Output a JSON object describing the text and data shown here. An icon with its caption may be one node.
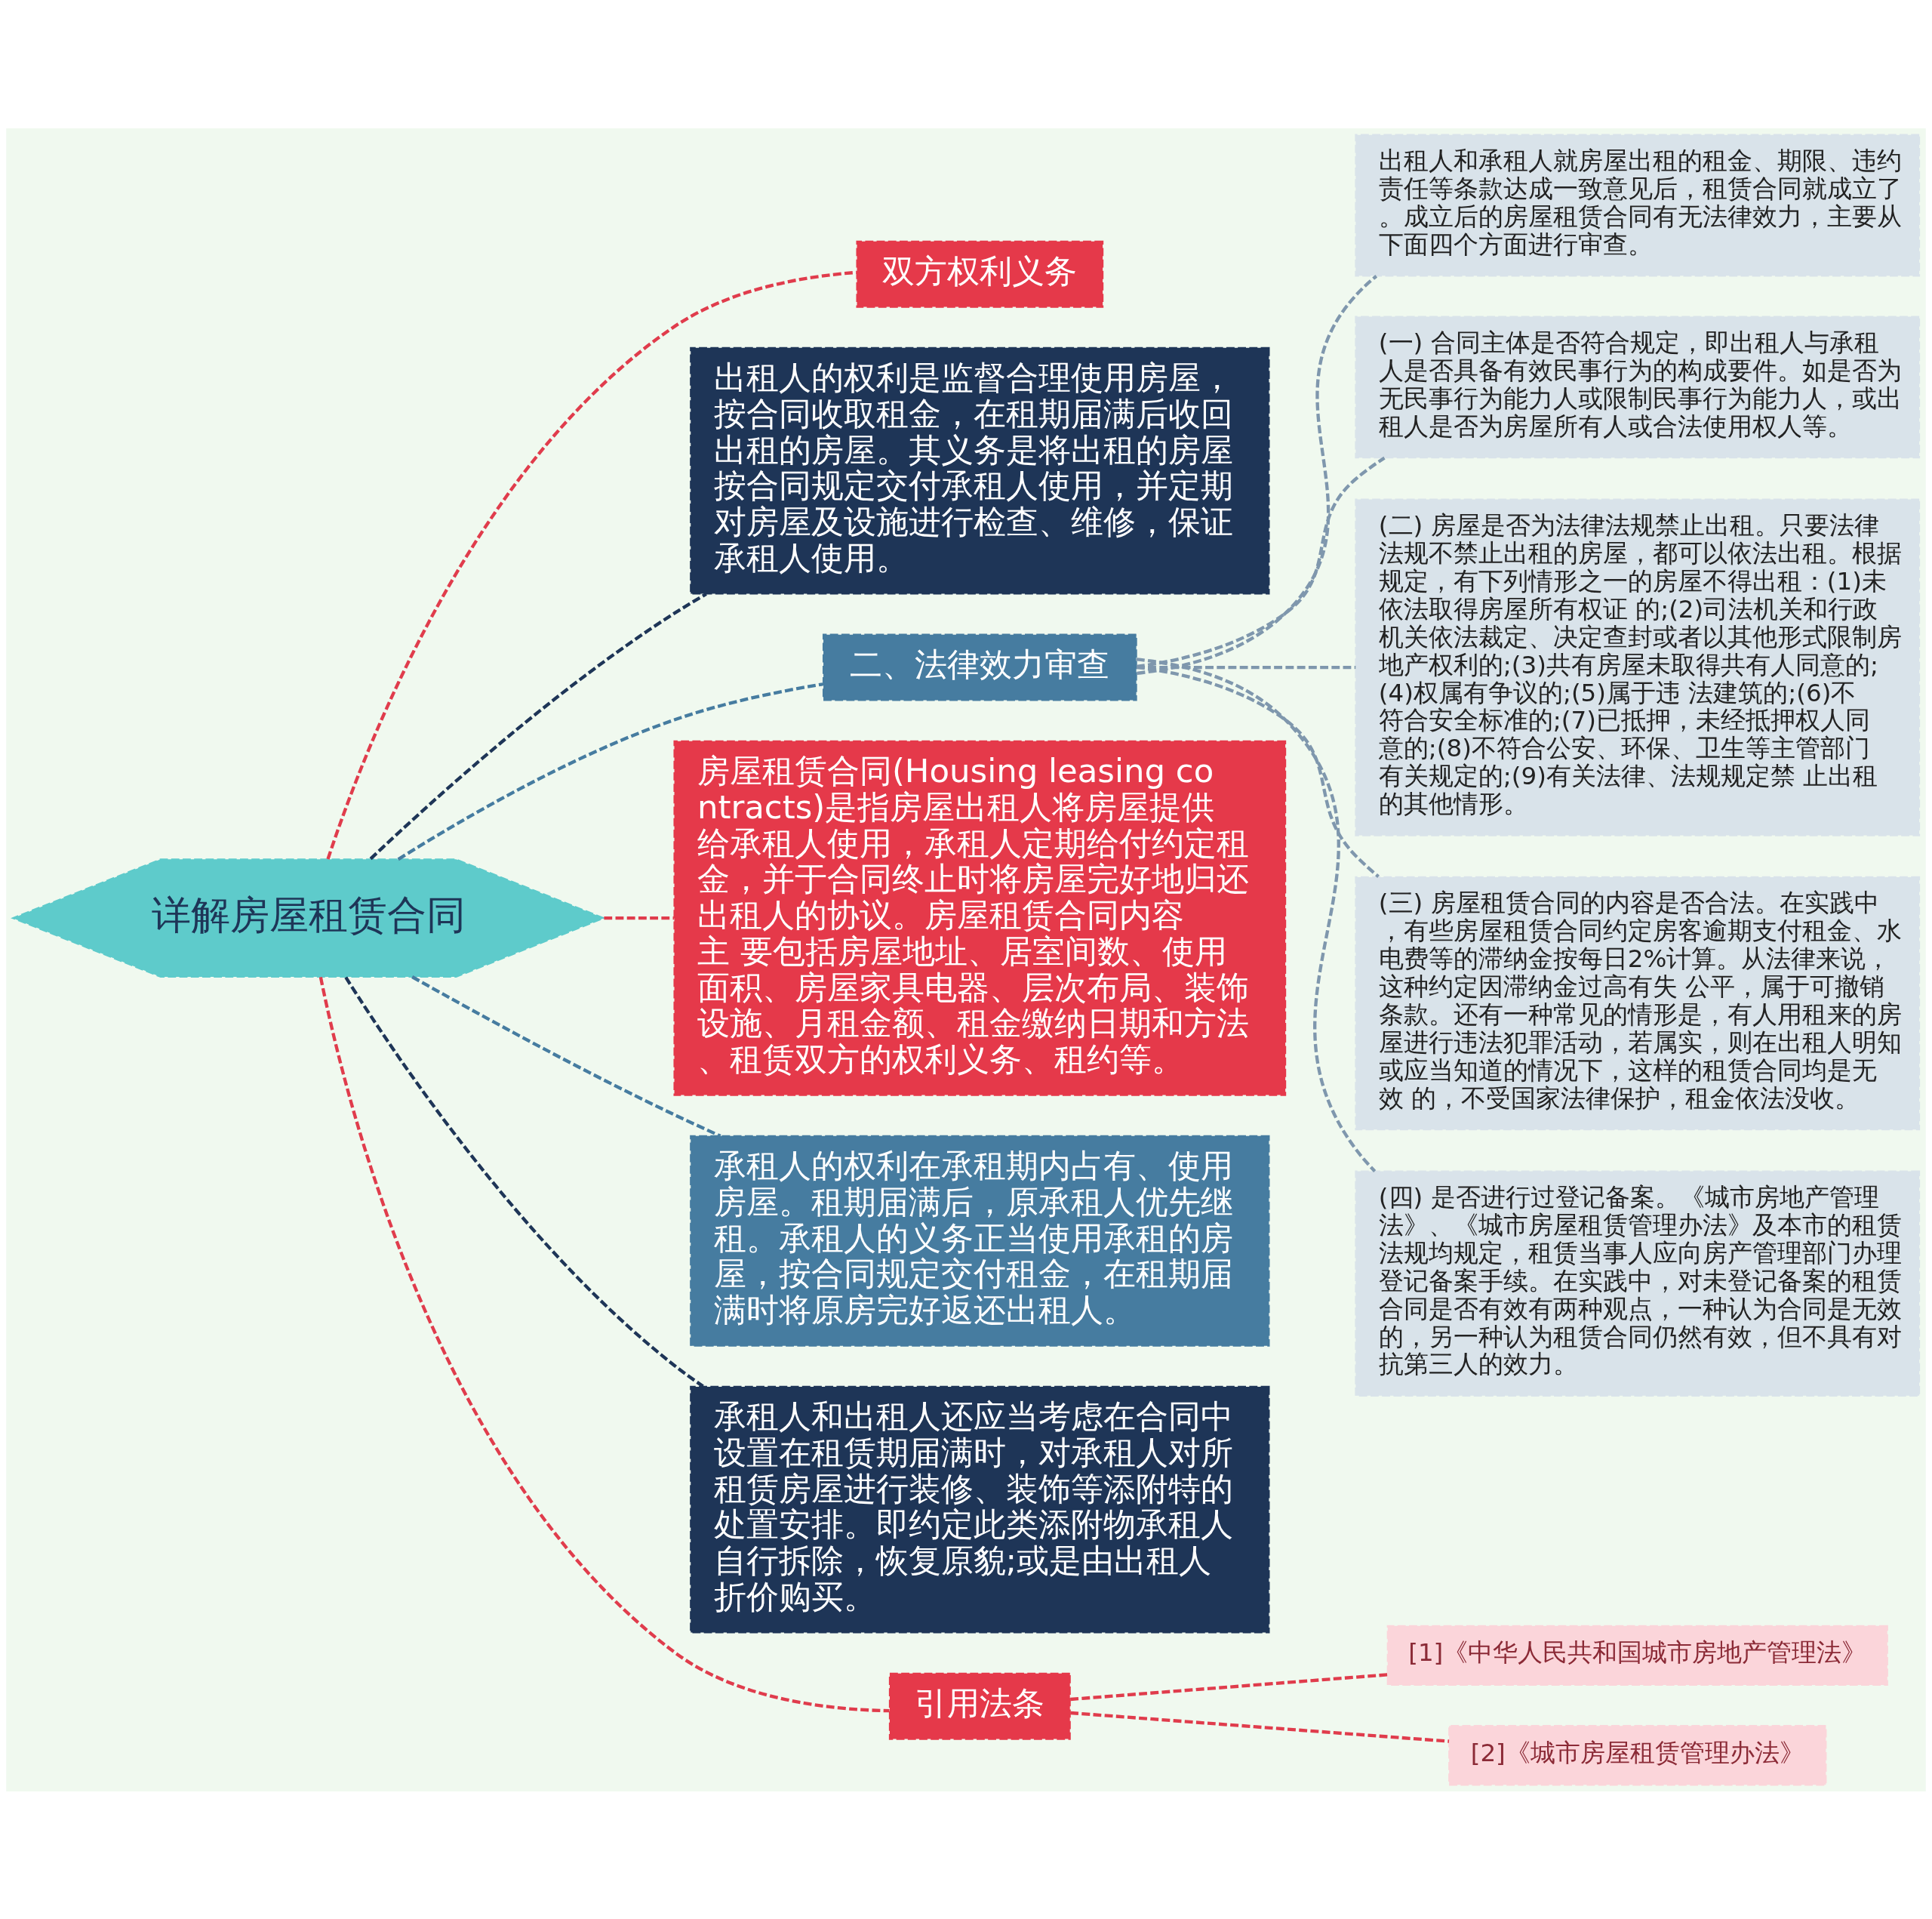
{
  "diagram": {
    "nodes": [
      {
        "text": [
          "详解房屋租赁合同"
        ]
      },
      {
        "text": [
          "双方权利义务"
        ]
      },
      {
        "text": [
          "出租人的权利是监督合理使用房屋，按合同收取租金，在租期届满后收回出租的房屋。其义务是将出租的房屋按合同规定交付承租人使用，并定期对房屋及设施进行检查、维修，保证承租人使用。"
        ]
      },
      {
        "text": [
          "二、法律效力审查"
        ]
      },
      {
        "text": [
          "出租人和承租人就房屋出租的租金、期限、违约责任等条款达成一致意见后，租赁合同就成立了。成立后的房屋租赁合同有无法律效力，主要从下面四个方面进行审查。"
        ]
      },
      {
        "text": [
          "(一) 合同主体是否符合规定，即出租人与承租人是否具备有效民事行为的构成要件。如是否为无民事行为能力人或限制民事行为能力人，或出租人是否为房屋所有人或合法使用权人等。"
        ]
      },
      {
        "text": [
          "(二) 房屋是否为法律法规禁止出租。只要法律法规不禁止出租的房屋，都可以依法出租。根据规定，有下列情形之一的房屋不得出租：(1)未依法取得房屋所有权证 的;(2)司法机关和行政机关依法裁定、决定查封或者以其他形式限制房地产权利的;(3)共有房屋未取得共有人同意的;(4)权属有争议的;(5)属于违 法建筑的;(6)不符合安全标准的;(7)已抵押，未经抵押权人同意的;(8)不符合公安、环保、卫生等主管部门有关规定的;(9)有关法律、法规规定禁 止出租的其他情形。"
        ]
      },
      {
        "text": [
          "(三) 房屋租赁合同的内容是否合法。在实践中，有些房屋租赁合同约定房客逾期支付租金、水电费等的滞纳金按每日2%计算。从法律来说，这种约定因滞纳金过高有失 公平，属于可撤销条款。还有一种常见的情形是，有人用租来的房屋进行违法犯罪活动，若属实，则在出租人明知或应当知道的情况下，这样的租赁合同均是无效 的，不受国家法律保护，租金依法没收。"
        ]
      },
      {
        "text": [
          "(四) 是否进行过登记备案。《城市房地产管理法》、《城市房屋租赁管理办法》及本市的租赁法规均规定，租赁当事人应向房产管理部门办理登记备案手续。在实践中，对未登记备案的租赁合同是否有效有两种观点，一种认为合同是无效的，另一种认为租赁合同仍然有效，但不具有对抗第三人的效力。"
        ]
      },
      {
        "text": [
          "房屋租赁合同(Housing leasing contracts)是指房屋出租人将房屋提供给承租人使用，承租人定期给付约定租金，并于合同终止时将房屋完好地归还出租人的协议。房屋租赁合同内容主 要包括房屋地址、居室间数、使用面积、房屋家具电器、层次布局、装饰设施、月租金额、租金缴纳日期和方法、租赁双方的权利义务、租约等。"
        ]
      },
      {
        "text": [
          "承租人的权利在承租期内占有、使用房屋。租期届满后，原承租人优先继租。承租人的义务正当使用承租的房屋，按合同规定交付租金，在租期届满时将原房完好返还出租人。"
        ]
      },
      {
        "text": [
          "承租人和出租人还应当考虑在合同中设置在租赁期届满时，对承租人对所租赁房屋进行装修、装饰等添附特的处置安排。即约定此类添附物承租人自行拆除，恢复原貌;或是由出租人折价购买。"
        ]
      },
      {
        "text": [
          "引用法条"
        ]
      },
      {
        "text": [
          "[1]《中华人民共和国城市房地产管理法》"
        ]
      },
      {
        "text": [
          "[2]《城市房屋租赁管理办法》"
        ]
      }
    ],
    "edges": [
      {
        "from": 0,
        "to": 1,
        "arrow": "none",
        "style": "dashed",
        "color": "#e03c4c"
      },
      {
        "from": 0,
        "to": 2,
        "arrow": "none",
        "style": "dashed",
        "color": "#1e3557"
      },
      {
        "from": 0,
        "to": 3,
        "arrow": "none",
        "style": "dashed",
        "color": "#467ca0"
      },
      {
        "from": 3,
        "to": 4,
        "arrow": "none",
        "style": "dashed",
        "color": "#7f97ad"
      },
      {
        "from": 3,
        "to": 5,
        "arrow": "none",
        "style": "dashed",
        "color": "#7f97ad"
      },
      {
        "from": 3,
        "to": 6,
        "arrow": "none",
        "style": "dashed",
        "color": "#7f97ad"
      },
      {
        "from": 3,
        "to": 7,
        "arrow": "none",
        "style": "dashed",
        "color": "#7f97ad"
      },
      {
        "from": 3,
        "to": 8,
        "arrow": "none",
        "style": "dashed",
        "color": "#7f97ad"
      },
      {
        "from": 0,
        "to": 9,
        "arrow": "none",
        "style": "dashed",
        "color": "#e03c4c"
      },
      {
        "from": 0,
        "to": 10,
        "arrow": "none",
        "style": "dashed",
        "color": "#467ca0"
      },
      {
        "from": 0,
        "to": 11,
        "arrow": "none",
        "style": "dashed",
        "color": "#1e3557"
      },
      {
        "from": 0,
        "to": 12,
        "arrow": "none",
        "style": "dashed",
        "color": "#e03c4c"
      },
      {
        "from": 12,
        "to": 13,
        "arrow": "none",
        "style": "dashed",
        "color": "#e03c4c"
      },
      {
        "from": 12,
        "to": 14,
        "arrow": "none",
        "style": "dashed",
        "color": "#e03c4c"
      }
    ]
  }
}
